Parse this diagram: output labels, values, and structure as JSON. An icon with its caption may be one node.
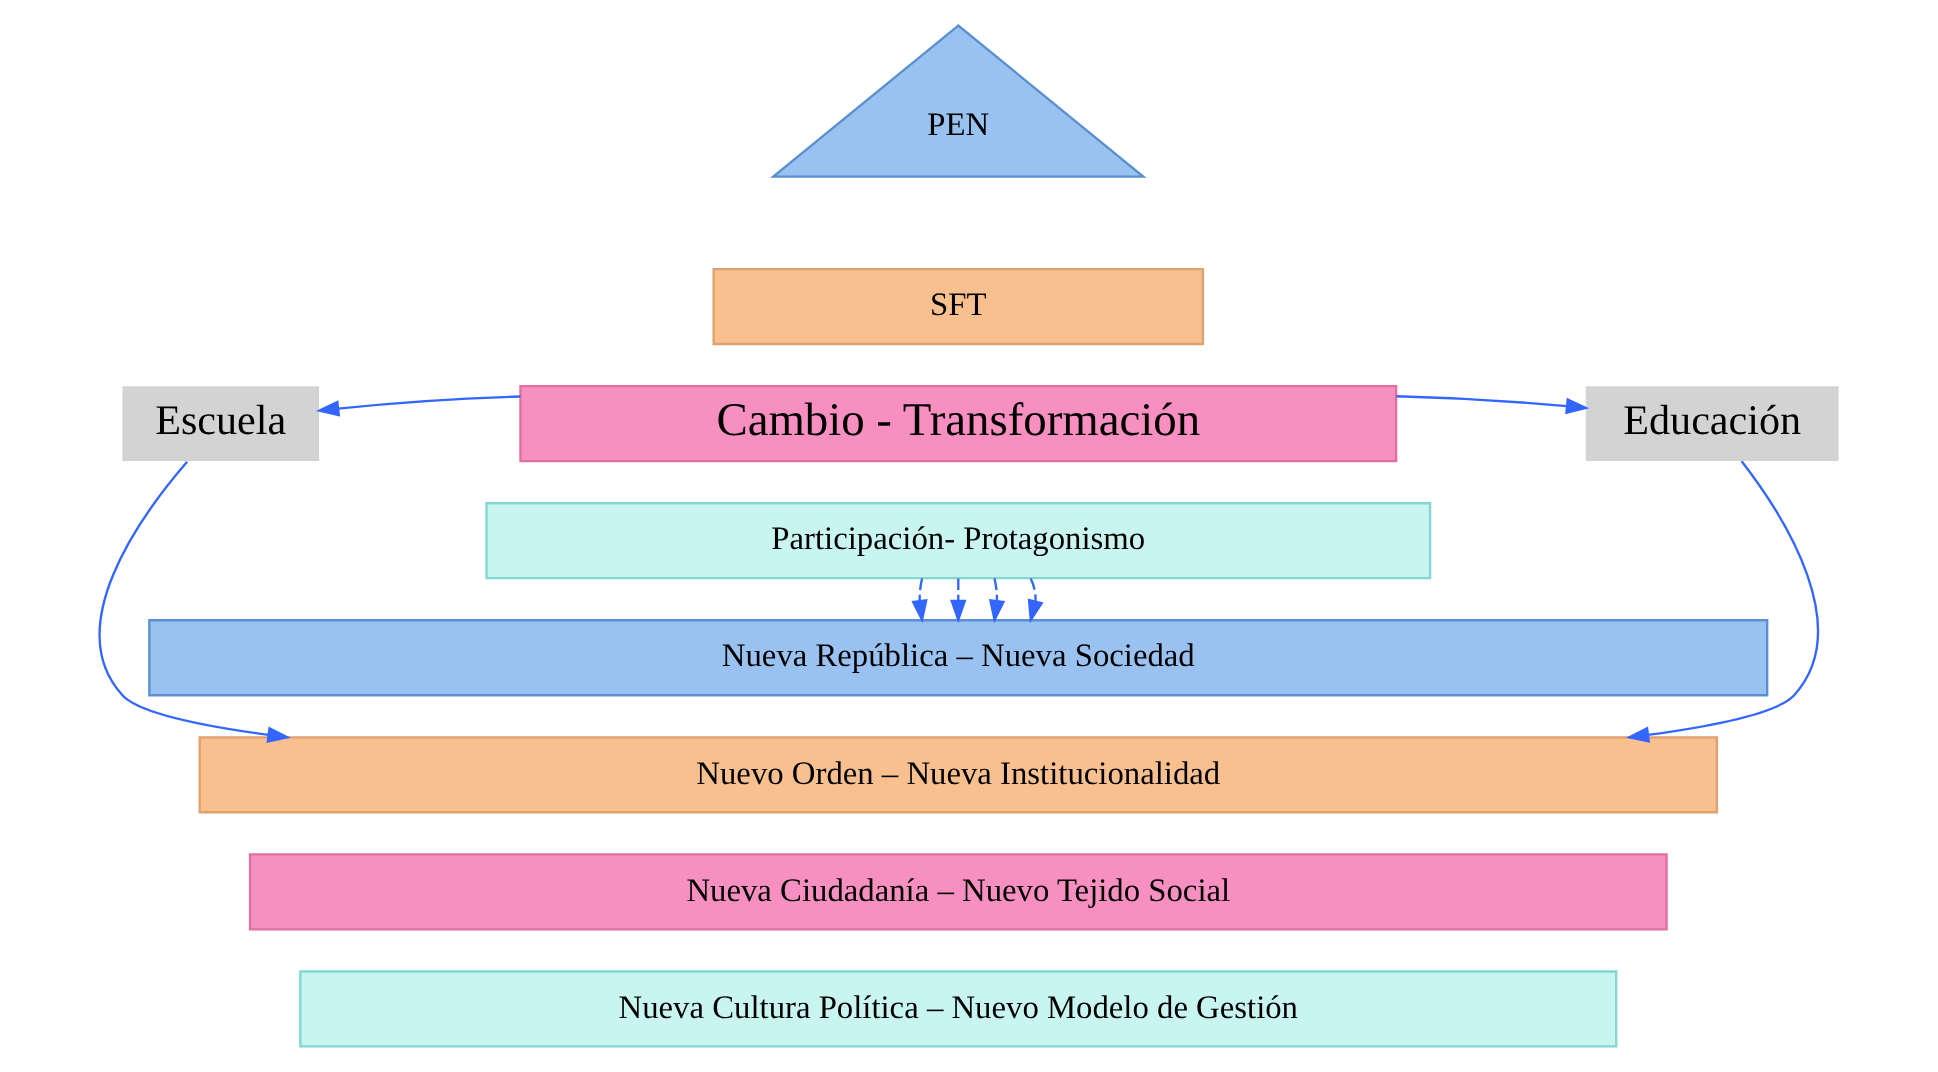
{
  "diagram": {
    "nodes": [
      {
        "text": [
          "PEN"
        ]
      },
      {
        "text": [
          "SFT"
        ]
      },
      {
        "text": [
          "Cambio - Transformación"
        ]
      },
      {
        "text": [
          "Escuela"
        ]
      },
      {
        "text": [
          "Educación"
        ]
      },
      {
        "text": [
          "Participación- Protagonismo"
        ]
      },
      {
        "text": [
          "Nueva República – Nueva Sociedad"
        ]
      },
      {
        "text": [
          "Nuevo Orden – Nueva Institucionalidad"
        ]
      },
      {
        "text": [
          "Nueva Ciudadanía – Nuevo Tejido Social"
        ]
      },
      {
        "text": [
          "Nueva Cultura Política – Nuevo Modelo de Gestión"
        ]
      }
    ],
    "edges": [
      {
        "from": 2,
        "to": 3,
        "arrow": "to"
      },
      {
        "from": 2,
        "to": 4,
        "arrow": "to"
      },
      {
        "from": 5,
        "to": 6,
        "arrow": "to",
        "style": "dashed"
      },
      {
        "from": 5,
        "to": 6,
        "arrow": "to",
        "style": "dashed"
      },
      {
        "from": 5,
        "to": 6,
        "arrow": "to",
        "style": "dashed"
      },
      {
        "from": 5,
        "to": 6,
        "arrow": "to",
        "style": "dashed"
      },
      {
        "from": 3,
        "to": 7,
        "arrow": "to"
      },
      {
        "from": 4,
        "to": 7,
        "arrow": "to"
      }
    ]
  }
}
